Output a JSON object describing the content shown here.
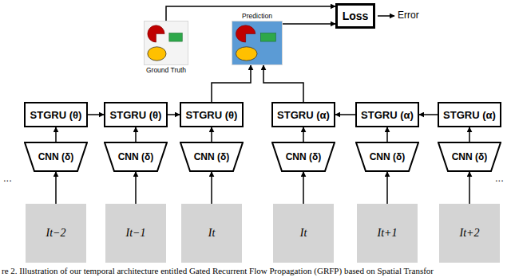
{
  "diagram": {
    "caption": "re 2. Illustration of our temporal architecture entitled Gated Recurrent Flow Propagation (GRFP) based on Spatial Transfor",
    "nodes": [
      {
        "text": [
          "Ground Truth"
        ]
      },
      {
        "text": [
          "Prediction"
        ]
      },
      {
        "text": [
          "Loss"
        ]
      },
      {
        "text": [
          "STGRU (θ)"
        ]
      },
      {
        "text": [
          "STGRU (θ)"
        ]
      },
      {
        "text": [
          "STGRU (θ)"
        ]
      },
      {
        "text": [
          "STGRU (α)"
        ]
      },
      {
        "text": [
          "STGRU (α)"
        ]
      },
      {
        "text": [
          "STGRU (α)"
        ]
      },
      {
        "text": [
          "CNN (δ)"
        ]
      },
      {
        "text": [
          "CNN (δ)"
        ]
      },
      {
        "text": [
          "CNN (δ)"
        ]
      },
      {
        "text": [
          "CNN (δ)"
        ]
      },
      {
        "text": [
          "CNN (δ)"
        ]
      },
      {
        "text": [
          "CNN (δ)"
        ]
      },
      {
        "text": [
          "It−2"
        ]
      },
      {
        "text": [
          "It−1"
        ]
      },
      {
        "text": [
          "It"
        ]
      },
      {
        "text": [
          "It"
        ]
      },
      {
        "text": [
          "It+1"
        ]
      },
      {
        "text": [
          "It+2"
        ]
      }
    ],
    "edges": [
      {
        "from": 0,
        "to": 2,
        "arrow": "to"
      },
      {
        "from": 1,
        "to": 2,
        "arrow": "to"
      },
      {
        "from": 3,
        "to": 4,
        "arrow": "to"
      },
      {
        "from": 4,
        "to": 5,
        "arrow": "to"
      },
      {
        "from": 8,
        "to": 7,
        "arrow": "to"
      },
      {
        "from": 7,
        "to": 6,
        "arrow": "to"
      },
      {
        "from": 5,
        "to": 1,
        "arrow": "to"
      },
      {
        "from": 6,
        "to": 1,
        "arrow": "to"
      },
      {
        "from": 9,
        "to": 3,
        "arrow": "to"
      },
      {
        "from": 10,
        "to": 4,
        "arrow": "to"
      },
      {
        "from": 11,
        "to": 5,
        "arrow": "to"
      },
      {
        "from": 12,
        "to": 6,
        "arrow": "to"
      },
      {
        "from": 13,
        "to": 7,
        "arrow": "to"
      },
      {
        "from": 14,
        "to": 8,
        "arrow": "to"
      },
      {
        "from": 15,
        "to": 9,
        "arrow": "to"
      },
      {
        "from": 16,
        "to": 10,
        "arrow": "to"
      },
      {
        "from": 17,
        "to": 11,
        "arrow": "to"
      },
      {
        "from": 18,
        "to": 12,
        "arrow": "to"
      },
      {
        "from": 19,
        "to": 13,
        "arrow": "to"
      },
      {
        "from": 20,
        "to": 14,
        "arrow": "to"
      }
    ],
    "labels": [
      "Error",
      "...",
      "..."
    ]
  }
}
